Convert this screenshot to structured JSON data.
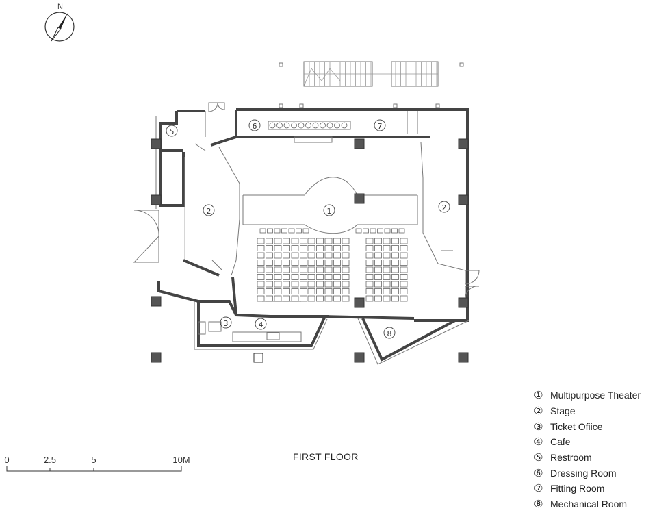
{
  "compass": {
    "label": "N",
    "icon": "north-arrow-icon"
  },
  "title": "FIRST FLOOR",
  "scale_bar": {
    "ticks": [
      "0",
      "2.5",
      "5",
      "10M"
    ]
  },
  "room_markers": {
    "theater": "①",
    "stage_left": "②",
    "stage_right": "②",
    "ticket_office": "③",
    "cafe": "④",
    "restroom": "⑤",
    "dressing_room": "⑥",
    "fitting_room": "⑦",
    "mechanical_room": "⑧"
  },
  "legend": [
    {
      "mark": "①",
      "label": "Multipurpose Theater"
    },
    {
      "mark": "②",
      "label": "Stage"
    },
    {
      "mark": "③",
      "label": "Ticket Ofiice"
    },
    {
      "mark": "④",
      "label": "Cafe"
    },
    {
      "mark": "⑤",
      "label": "Restroom"
    },
    {
      "mark": "⑥",
      "label": "Dressing Room"
    },
    {
      "mark": "⑦",
      "label": "Fitting Room"
    },
    {
      "mark": "⑧",
      "label": "Mechanical Room"
    }
  ],
  "colors": {
    "wall": "#444444",
    "column": "#555555",
    "line": "#777777",
    "background": "#ffffff"
  }
}
